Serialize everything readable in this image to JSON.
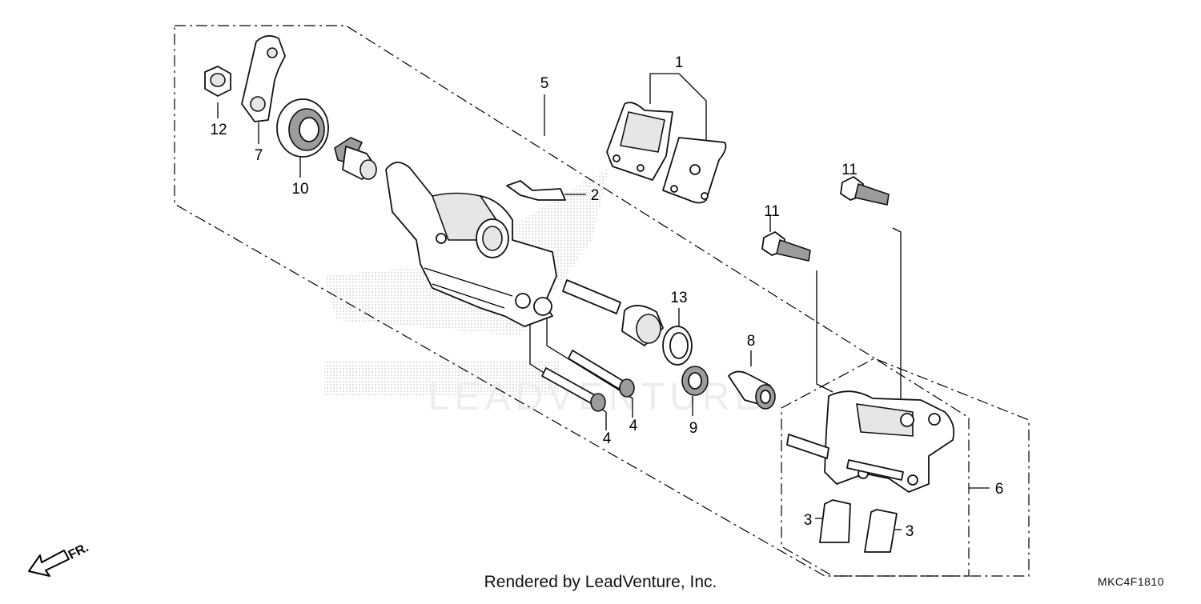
{
  "callouts": {
    "c1": "1",
    "c2": "2",
    "c3a": "3",
    "c3b": "3",
    "c4a": "4",
    "c4b": "4",
    "c5": "5",
    "c6": "6",
    "c7": "7",
    "c8": "8",
    "c9": "9",
    "c10": "10",
    "c11a": "11",
    "c11b": "11",
    "c12": "12",
    "c13": "13"
  },
  "direction_label": "FR.",
  "watermark": "LEADVENTURE",
  "credit": "Rendered by LeadVenture, Inc.",
  "diagram_code": "MKC4F1810"
}
